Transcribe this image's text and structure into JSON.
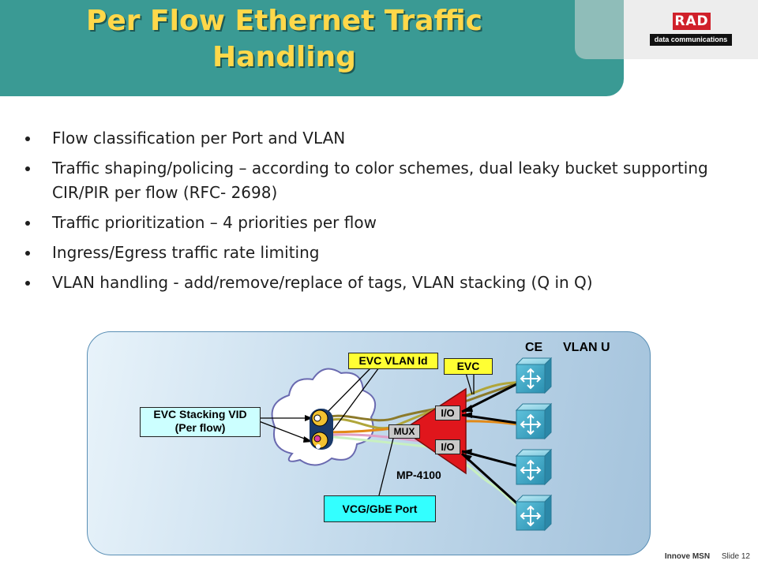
{
  "header": {
    "title_line1": "Per Flow Ethernet Traffic",
    "title_line2": "Handling",
    "logo_text": "RAD",
    "logo_tagline": "data communications"
  },
  "bullets": [
    "Flow classification per Port and VLAN",
    "Traffic shaping/policing – according to color schemes, dual leaky bucket supporting CIR/PIR per flow (RFC- 2698)",
    "Traffic prioritization – 4 priorities per flow",
    "Ingress/Egress traffic rate limiting",
    "VLAN handling - add/remove/replace of tags, VLAN stacking (Q in Q)"
  ],
  "diagram": {
    "evc_vlan_id": "EVC VLAN Id",
    "evc": "EVC",
    "evc_stacking_line1": "EVC Stacking VID",
    "evc_stacking_line2": "(Per flow)",
    "vcg_port": "VCG/GbE Port",
    "ce": "CE",
    "vlan_u": "VLAN U",
    "io_top": "I/O",
    "io_bottom": "I/O",
    "mux": "MUX",
    "device": "MP-4100"
  },
  "footer": {
    "company": "Innove MSN",
    "slide": "Slide 12"
  },
  "colors": {
    "header_teal": "#3a9a94",
    "title_yellow": "#ffd84a",
    "label_yellow": "#ffff33",
    "label_cyan": "#33ffff",
    "device_red": "#e0161c",
    "switch_cyan": "#3fb3cc"
  }
}
